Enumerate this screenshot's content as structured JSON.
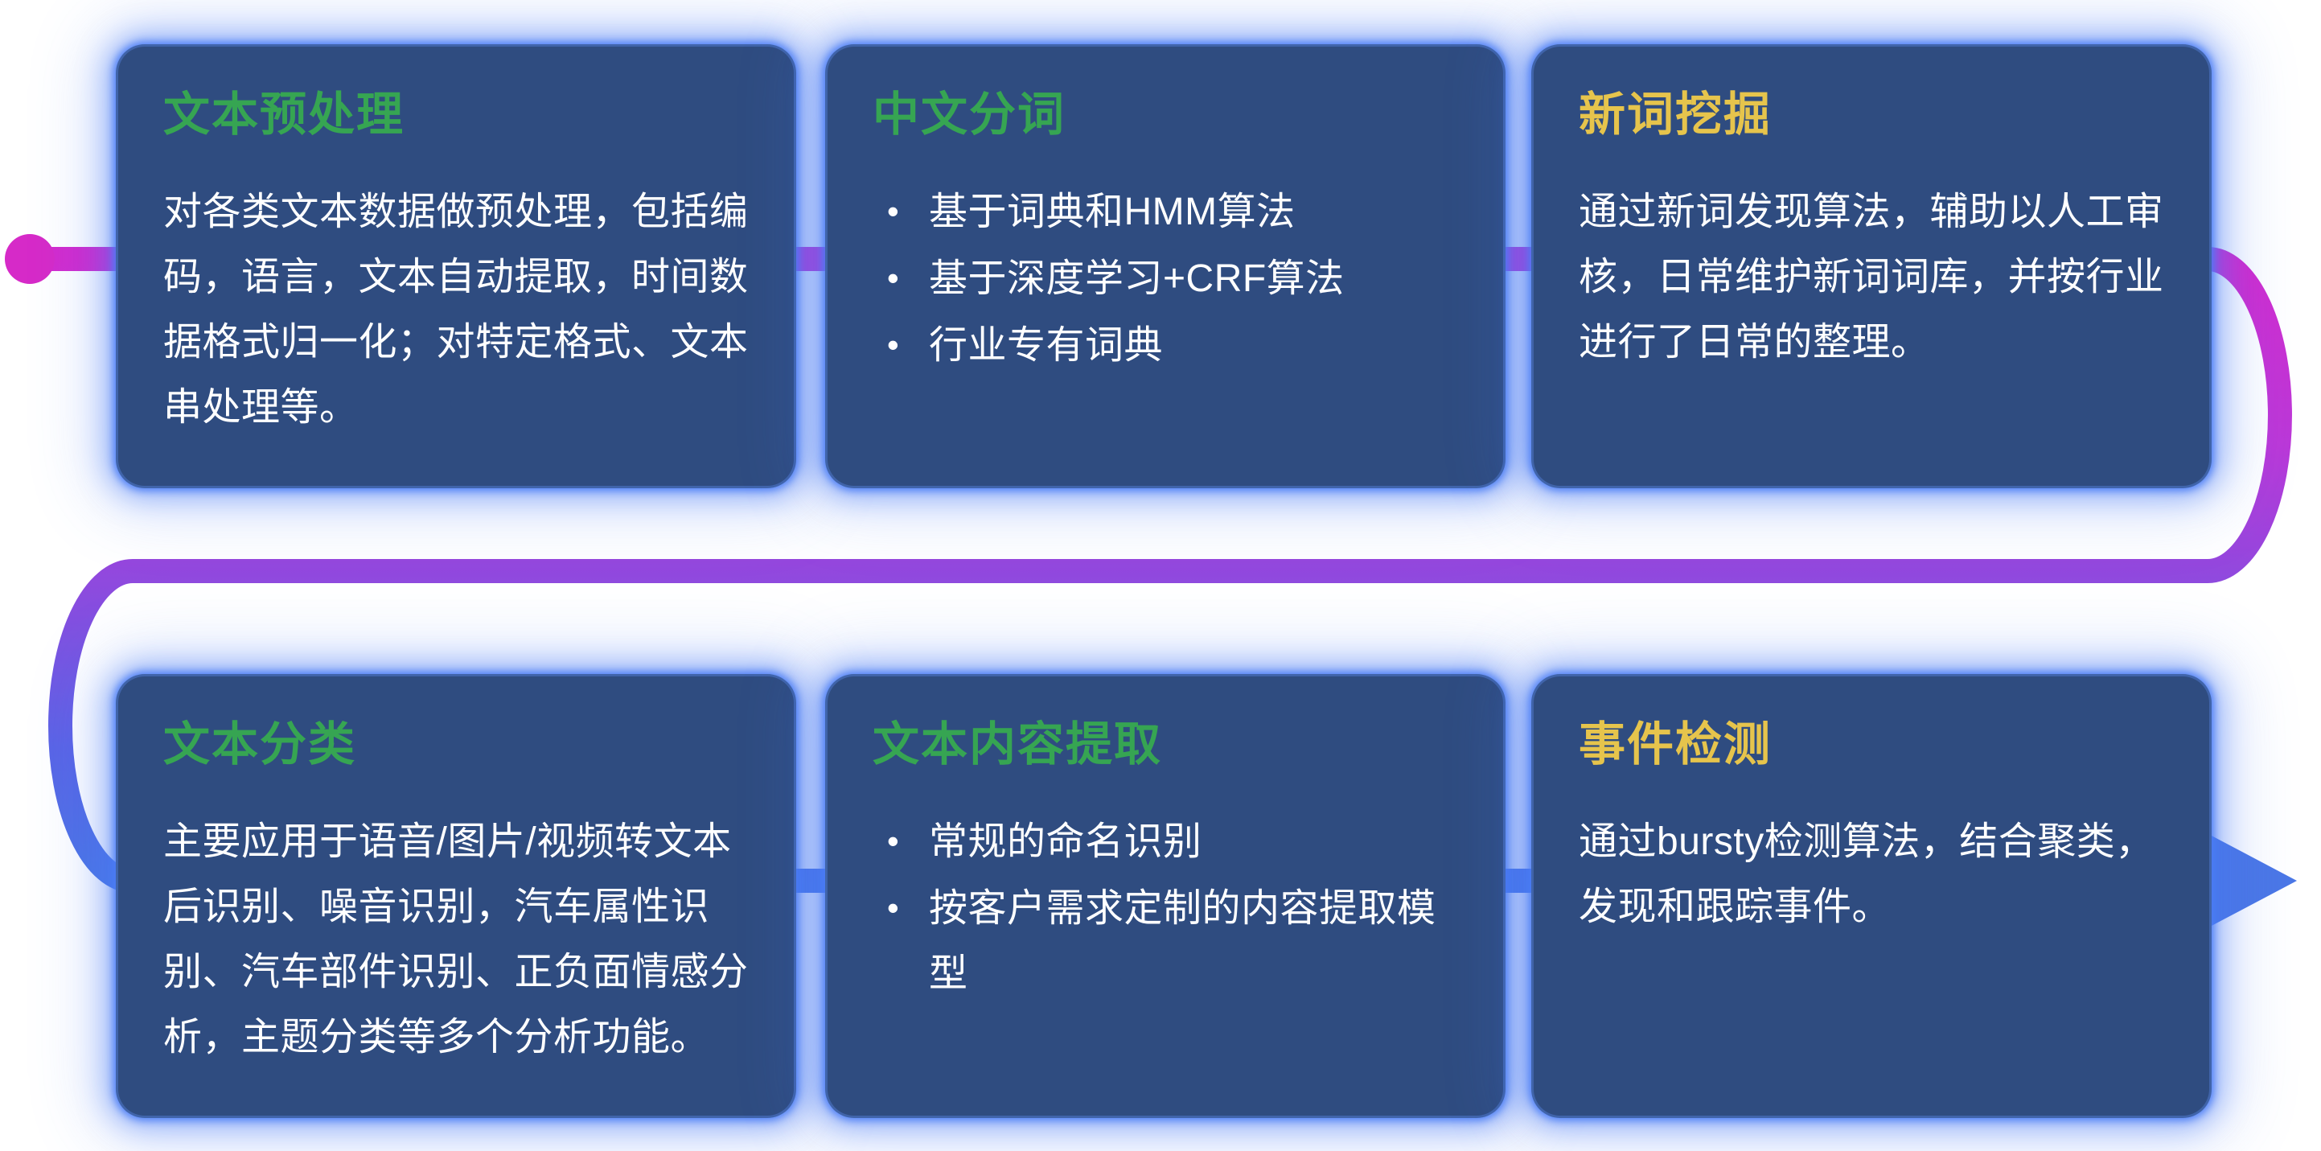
{
  "ui": {
    "bullet": "•"
  },
  "flow": {
    "start_dot_color": "#d62ac8",
    "arrow_color": "#4b77e6",
    "gradient": [
      "#d32bce",
      "#bb38d8",
      "#8e4ade",
      "#5a64e6",
      "#4b77e6"
    ]
  },
  "colors": {
    "card_background": "#2f4c80",
    "card_glow": "#4a7cf6",
    "title_green": "#36a552",
    "title_yellow": "#e6c44c",
    "body_text": "#ffffff"
  },
  "cards": [
    {
      "title": "文本预处理",
      "body": "对各类文本数据做预处理，包括编码，语言，文本自动提取，时间数据格式归一化；对特定格式、文本串处理等。"
    },
    {
      "title": "中文分词",
      "bullets": [
        "基于词典和HMM算法",
        "基于深度学习+CRF算法",
        "行业专有词典"
      ]
    },
    {
      "title": "新词挖掘",
      "body": "通过新词发现算法，辅助以人工审核，日常维护新词词库，并按行业进行了日常的整理。"
    },
    {
      "title": "文本分类",
      "body": "主要应用于语音/图片/视频转文本后识别、噪音识别，汽车属性识别、汽车部件识别、正负面情感分析，主题分类等多个分析功能。"
    },
    {
      "title": "文本内容提取",
      "bullets": [
        "常规的命名识别",
        "按客户需求定制的内容提取模型"
      ]
    },
    {
      "title": "事件检测",
      "body": "通过bursty检测算法，结合聚类，发现和跟踪事件。"
    }
  ]
}
